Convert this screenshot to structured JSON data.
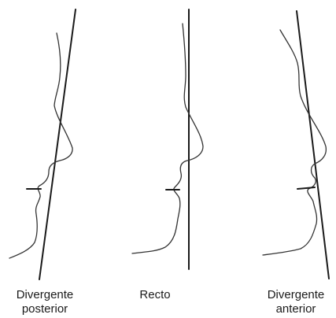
{
  "profiles": [
    {
      "id": "divergente-posterior",
      "label_line1": "Divergente",
      "label_line2": "posterior"
    },
    {
      "id": "recto",
      "label_line1": "Recto",
      "label_line2": ""
    },
    {
      "id": "divergente-anterior",
      "label_line1": "Divergente",
      "label_line2": "anterior"
    }
  ],
  "colors": {
    "reference_line": "#1a1a1a",
    "profile_curve": "#333333",
    "text": "#1a1a1a"
  }
}
